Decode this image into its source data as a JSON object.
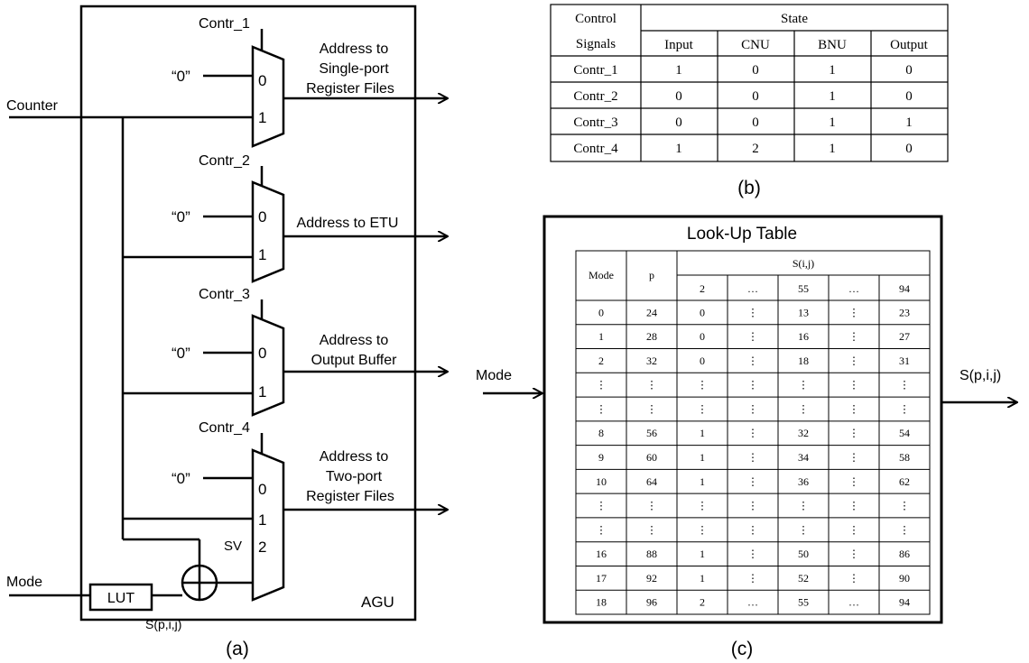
{
  "panel_a": {
    "caption": "(a)",
    "block_label": "AGU",
    "counter_label": "Counter",
    "mode_label": "Mode",
    "lut_label": "LUT",
    "lut_out_label": "S(p,i,j)",
    "sv_label": "SV",
    "zero_label": "“0”",
    "muxes": [
      {
        "control": "Contr_1",
        "inputs": [
          "0",
          "1"
        ],
        "output_lines": [
          "Address to",
          "Single-port",
          "Register Files"
        ]
      },
      {
        "control": "Contr_2",
        "inputs": [
          "0",
          "1"
        ],
        "output_lines": [
          "Address to ETU"
        ]
      },
      {
        "control": "Contr_3",
        "inputs": [
          "0",
          "1"
        ],
        "output_lines": [
          "Address to",
          "Output Buffer"
        ]
      },
      {
        "control": "Contr_4",
        "inputs": [
          "0",
          "1",
          "2"
        ],
        "output_lines": [
          "Address to",
          "Two-port",
          "Register Files"
        ]
      }
    ]
  },
  "panel_b": {
    "caption": "(b)",
    "header_left": [
      "Control",
      "Signals"
    ],
    "header_group": "State",
    "columns": [
      "Input",
      "CNU",
      "BNU",
      "Output"
    ],
    "rows": [
      {
        "signal": "Contr_1",
        "values": [
          "1",
          "0",
          "1",
          "0"
        ]
      },
      {
        "signal": "Contr_2",
        "values": [
          "0",
          "0",
          "1",
          "0"
        ]
      },
      {
        "signal": "Contr_3",
        "values": [
          "0",
          "0",
          "1",
          "1"
        ]
      },
      {
        "signal": "Contr_4",
        "values": [
          "1",
          "2",
          "1",
          "0"
        ]
      }
    ]
  },
  "panel_c": {
    "caption": "(c)",
    "title": "Look-Up Table",
    "input_label": "Mode",
    "output_label": "S(p,i,j)",
    "header_mode": "Mode",
    "header_p": "p",
    "header_s": "S(i,j)",
    "s_columns": [
      "2",
      "…",
      "55",
      "…",
      "94"
    ],
    "rows": [
      [
        "0",
        "24",
        "0",
        "⋮",
        "13",
        "⋮",
        "23"
      ],
      [
        "1",
        "28",
        "0",
        "⋮",
        "16",
        "⋮",
        "27"
      ],
      [
        "2",
        "32",
        "0",
        "⋮",
        "18",
        "⋮",
        "31"
      ],
      [
        "⋮",
        "⋮",
        "⋮",
        "⋮",
        "⋮",
        "⋮",
        "⋮"
      ],
      [
        "⋮",
        "⋮",
        "⋮",
        "⋮",
        "⋮",
        "⋮",
        "⋮"
      ],
      [
        "8",
        "56",
        "1",
        "⋮",
        "32",
        "⋮",
        "54"
      ],
      [
        "9",
        "60",
        "1",
        "⋮",
        "34",
        "⋮",
        "58"
      ],
      [
        "10",
        "64",
        "1",
        "⋮",
        "36",
        "⋮",
        "62"
      ],
      [
        "⋮",
        "⋮",
        "⋮",
        "⋮",
        "⋮",
        "⋮",
        "⋮"
      ],
      [
        "⋮",
        "⋮",
        "⋮",
        "⋮",
        "⋮",
        "⋮",
        "⋮"
      ],
      [
        "16",
        "88",
        "1",
        "⋮",
        "50",
        "⋮",
        "86"
      ],
      [
        "17",
        "92",
        "1",
        "⋮",
        "52",
        "⋮",
        "90"
      ],
      [
        "18",
        "96",
        "2",
        "…",
        "55",
        "…",
        "94"
      ]
    ]
  }
}
